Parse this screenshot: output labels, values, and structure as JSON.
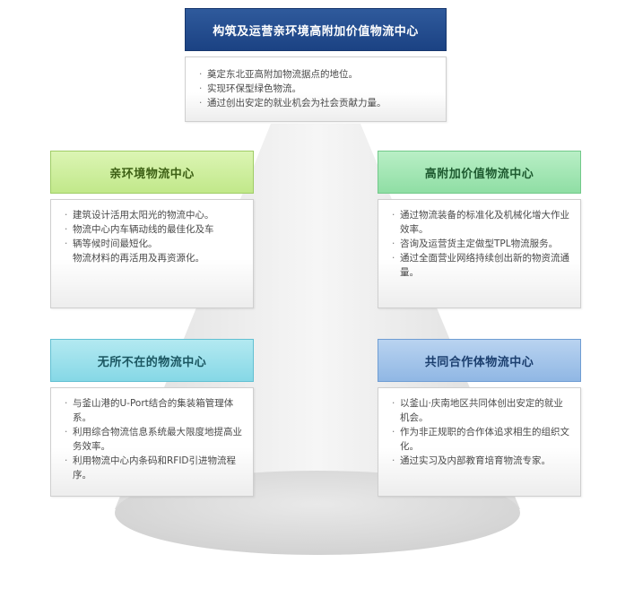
{
  "top": {
    "title": "构筑及运营亲环境高附加价值物流中心",
    "items": [
      "奠定东北亚高附加物流据点的地位。",
      "实现环保型绿色物流。",
      "通过创出安定的就业机会为社会贡献力量。"
    ]
  },
  "eco": {
    "title": "亲环境物流中心",
    "items": [
      {
        "text": "建筑设计活用太阳光的物流中心。",
        "bullet": true
      },
      {
        "text": "物流中心内车辆动线的最佳化及车",
        "bullet": true
      },
      {
        "text": "辆等候时间最短化。",
        "bullet": true
      },
      {
        "text": "物流材料的再活用及再资源化。",
        "bullet": false
      }
    ]
  },
  "value": {
    "title": "高附加价值物流中心",
    "items": [
      "通过物流装备的标准化及机械化增大作业效率。",
      "咨询及运营货主定做型TPL物流服务。",
      "通过全面营业网络持续创出新的物资流通量。"
    ]
  },
  "ubiquitous": {
    "title": "无所不在的物流中心",
    "items": [
      "与釜山港的U-Port结合的集装箱管理体系。",
      "利用综合物流信息系统最大限度地提高业务效率。",
      "利用物流中心内条码和RFID引进物流程序。"
    ]
  },
  "partner": {
    "title": "共同合作体物流中心",
    "items": [
      "以釜山·庆南地区共同体创出安定的就业机会。",
      "作为非正规职的合作体追求相生的组织文化。",
      "通过实习及内部教育培育物流专家。"
    ]
  }
}
